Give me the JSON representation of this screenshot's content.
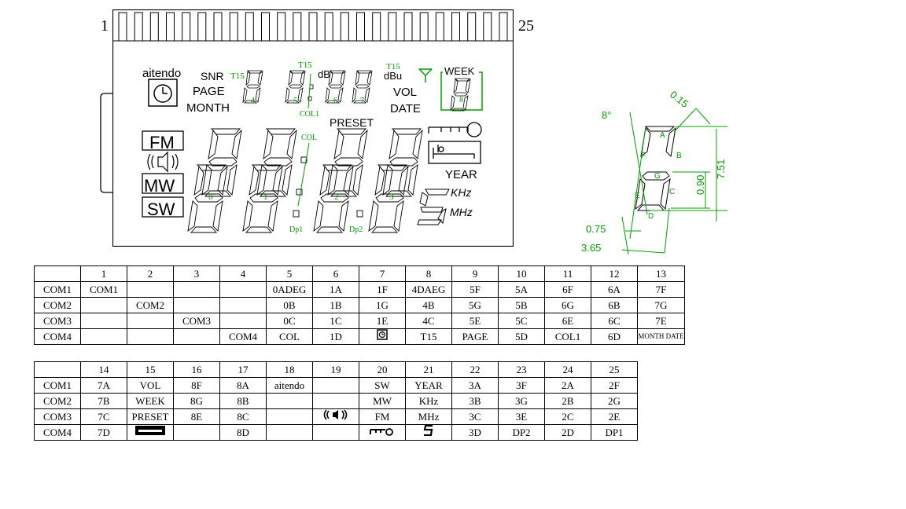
{
  "panel": {
    "pin_first": "1",
    "pin_last": "25",
    "brand": "aitendo",
    "labels": {
      "snr": "SNR",
      "t15a": "T15",
      "t15b": "T15",
      "t15c": "T15",
      "db": "dB",
      "dbu": "dBu",
      "page": "PAGE",
      "month": "MONTH",
      "vol": "VOL",
      "date": "DATE",
      "week": "WEEK",
      "col1": "COL1",
      "col": "COL",
      "preset": "PRESET",
      "fm": "FM",
      "mw": "MW",
      "sw": "SW",
      "year": "YEAR",
      "khz": "KHz",
      "mhz": "MHz",
      "dp1": "Dp1",
      "dp2": "Dp2"
    },
    "digit_numbers_small": [
      "4",
      "5",
      "6",
      "7"
    ],
    "digit_week": "8",
    "digit_numbers_large": [
      "0",
      "1",
      "2",
      "3"
    ]
  },
  "segment_diagram": {
    "angle": "8°",
    "seg_a": "A",
    "seg_b": "B",
    "seg_c": "C",
    "seg_d": "D",
    "seg_e": "E",
    "seg_f": "F",
    "seg_g": "G",
    "dim_015": "0.15",
    "dim_090": "0.90",
    "dim_751": "7.51",
    "dim_075": "0.75",
    "dim_365": "3.65"
  },
  "table1": {
    "header": [
      "",
      "1",
      "2",
      "3",
      "4",
      "5",
      "6",
      "7",
      "8",
      "9",
      "10",
      "11",
      "12",
      "13"
    ],
    "rows": [
      [
        "COM1",
        "COM1",
        "",
        "",
        "",
        "0ADEG",
        "1A",
        "1F",
        "4DAEG",
        "5F",
        "5A",
        "6F",
        "6A",
        "7F"
      ],
      [
        "COM2",
        "",
        "COM2",
        "",
        "",
        "0B",
        "1B",
        "1G",
        "4B",
        "5G",
        "5B",
        "6G",
        "6B",
        "7G"
      ],
      [
        "COM3",
        "",
        "",
        "COM3",
        "",
        "0C",
        "1C",
        "1E",
        "4C",
        "5E",
        "5C",
        "6E",
        "6C",
        "7E"
      ],
      [
        "COM4",
        "",
        "",
        "",
        "COM4",
        "COL",
        "1D",
        "",
        "T15",
        "PAGE",
        "5D",
        "COL1",
        "6D",
        "MONTH DATE"
      ]
    ]
  },
  "table2": {
    "header": [
      "",
      "14",
      "15",
      "16",
      "17",
      "18",
      "19",
      "20",
      "21",
      "22",
      "23",
      "24",
      "25"
    ],
    "rows": [
      [
        "COM1",
        "7A",
        "VOL",
        "8F",
        "8A",
        "aitendo",
        "",
        "SW",
        "YEAR",
        "3A",
        "3F",
        "2A",
        "2F"
      ],
      [
        "COM2",
        "7B",
        "WEEK",
        "8G",
        "8B",
        "",
        "",
        "MW",
        "KHz",
        "3B",
        "3G",
        "2B",
        "2G"
      ],
      [
        "COM3",
        "7C",
        "PRESET",
        "8E",
        "8C",
        "",
        "",
        "FM",
        "MHz",
        "3C",
        "3E",
        "2C",
        "2E"
      ],
      [
        "COM4",
        "7D",
        "",
        "",
        "8D",
        "",
        "",
        "",
        "",
        "3D",
        "DP2",
        "2D",
        "DP1"
      ]
    ]
  },
  "icons": {
    "alarm": "alarm-clock-icon",
    "speaker": "speaker-icon",
    "key": "key-icon",
    "bed": "sleep-bed-icon",
    "antenna": "antenna-icon",
    "s_symbol": "s-symbol-icon"
  }
}
